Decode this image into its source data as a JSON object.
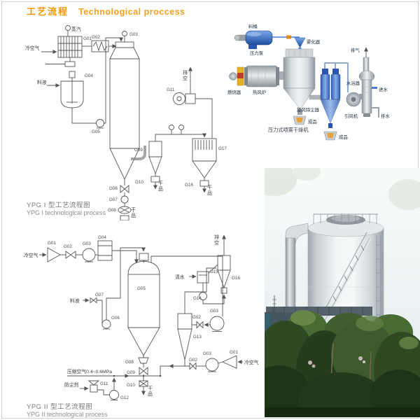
{
  "page": {
    "title_zh": "工艺流程",
    "title_en": "Technological proccess"
  },
  "colors": {
    "accent": "#F49600",
    "diagram_line": "#555555",
    "pipe_blue": "#4d7fd6",
    "caption_grey": "#8d8d8d"
  },
  "ypg1": {
    "caption_zh": "YPG I 型工艺流程图",
    "caption_en": "YPG I technological process",
    "labels": {
      "steam": "蒸汽",
      "cold_air": "冷空气",
      "feed": "料液",
      "dry_product": "干品",
      "vent": "排空"
    },
    "codes": {
      "g01": "G01",
      "g02": "G02",
      "g03": "G03",
      "g04": "G04",
      "g05": "G05",
      "g06": "G06",
      "g07": "G07",
      "g08": "G08",
      "g09": "G09",
      "g10": "G10",
      "g11": "G11",
      "g16": "G16",
      "g17": "G17"
    }
  },
  "pressure_dryer": {
    "caption": "压力式喷雾干燥机",
    "labels": {
      "feed_tank": "料桶",
      "pressure_pump": "压力泵",
      "atomizer": "雾化器",
      "burner": "燃烧器",
      "hot_air_furnace": "热风炉",
      "cyclone": "旋风除尘器",
      "induced_draft_fan": "引风机",
      "scrubber": "水浴器",
      "exhaust": "排气",
      "water_in": "进水",
      "water_out": "排水",
      "product_a": "成品",
      "product_b": "成品"
    }
  },
  "ypg2": {
    "caption_zh": "YPG II 型工艺流程图",
    "caption_en": "YPG II technological process",
    "labels": {
      "cold_air_left": "冷空气",
      "cold_air_right": "冷空气",
      "feed": "料液",
      "compressed_air": "压缩空气0.4~0.6MPa",
      "dust_agent": "防尘剂",
      "clean_water": "清水",
      "vent": "排空",
      "dry_product": "干品"
    },
    "codes": {
      "g01a": "G01",
      "g01b": "G01",
      "g02a": "G02",
      "g02b": "G02",
      "g02c": "G02",
      "g03a": "G03",
      "g03b": "G03",
      "g03c": "G03",
      "g04": "G04",
      "g05": "G05",
      "g06": "G06",
      "g07": "G07",
      "g08": "G08",
      "g09": "G09",
      "g10": "G10",
      "g11": "G11",
      "g12": "G12",
      "g13": "G13",
      "g14": "G14",
      "g15": "G15",
      "g16": "G16"
    }
  }
}
